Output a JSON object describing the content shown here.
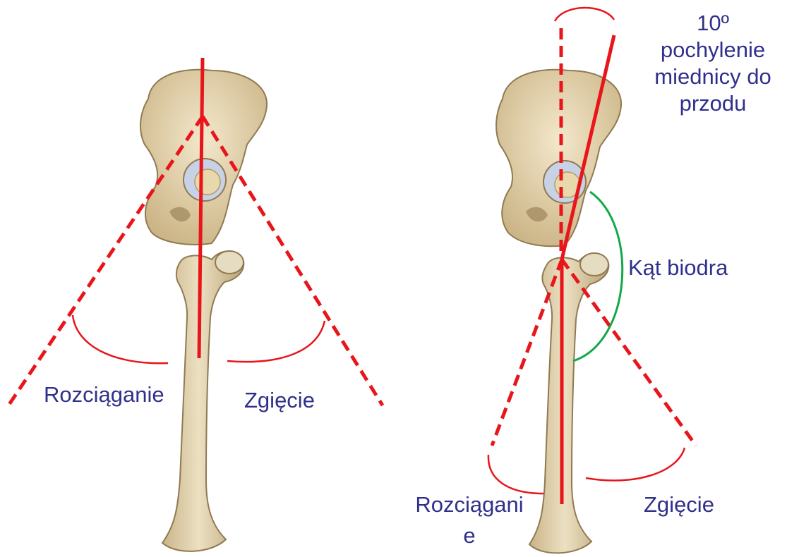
{
  "colors": {
    "reference_line": "#e8151b",
    "hip_angle_arc": "#14a84a",
    "label_text": "#30308c",
    "bone_fill": "#e4d6b2",
    "bone_shadow": "#bfa97c",
    "bone_outline": "#8f7a52",
    "acetabulum_cartilage": "#c7d2e6"
  },
  "left_panel": {
    "extension_label": "Rozciąganie",
    "flexion_label": "Zgięcie"
  },
  "right_panel": {
    "tilt_label_lines": [
      "10º",
      "pochylenie",
      "miednicy do",
      "przodu"
    ],
    "hip_angle_label": "Kąt biodra",
    "extension_label_lines": [
      "Rozciągani",
      "e"
    ],
    "flexion_label": "Zgięcie"
  }
}
